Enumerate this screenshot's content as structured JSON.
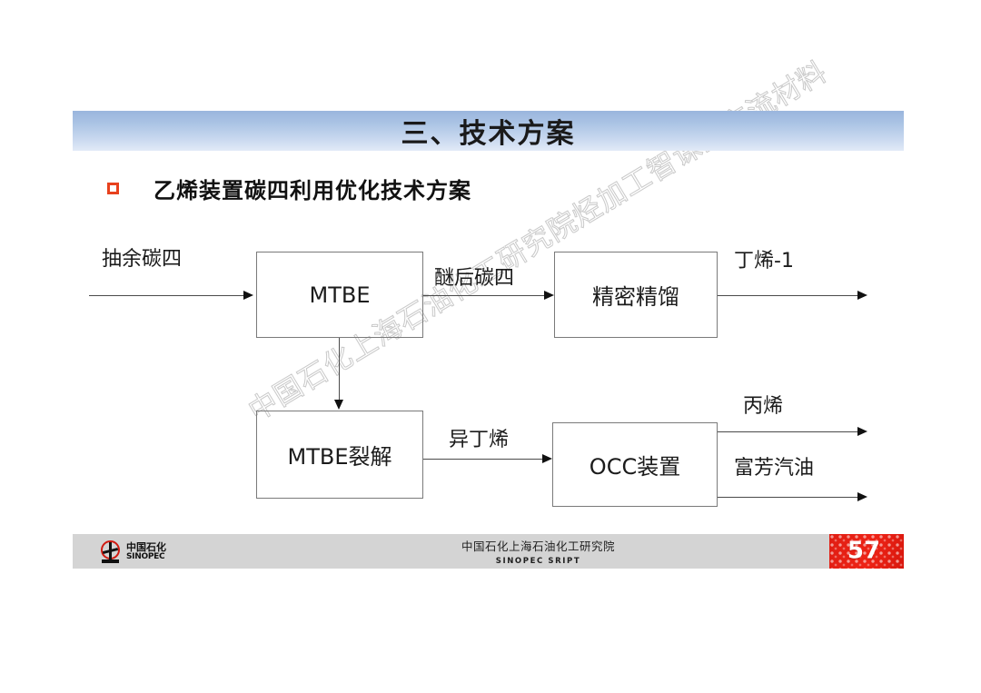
{
  "slide": {
    "title": "三、技术方案",
    "section_heading": "乙烯装置碳四利用优化技术方案",
    "watermark": "中国石化上海石油化工研究院烃加工智课堂交流材料",
    "accent_color": "#e8411d",
    "title_gradient_top": "#9ab5dd",
    "title_gradient_bottom": "#e2eaf7"
  },
  "diagram": {
    "type": "process-flow",
    "nodes": [
      {
        "id": "mtbe",
        "label": "MTBE"
      },
      {
        "id": "distillation",
        "label": "精密精馏"
      },
      {
        "id": "mtbe-cracking",
        "label": "MTBE裂解"
      },
      {
        "id": "occ",
        "label": "OCC装置"
      }
    ],
    "flows": [
      {
        "id": "feed",
        "label": "抽余碳四",
        "from": "",
        "to": "mtbe"
      },
      {
        "id": "raffinate",
        "label": "醚后碳四",
        "from": "mtbe",
        "to": "distillation"
      },
      {
        "id": "butene1",
        "label": "丁烯-1",
        "from": "distillation",
        "to": ""
      },
      {
        "id": "mtbe-down",
        "label": "",
        "from": "mtbe",
        "to": "mtbe-cracking"
      },
      {
        "id": "isobutene",
        "label": "异丁烯",
        "from": "mtbe-cracking",
        "to": "occ"
      },
      {
        "id": "propylene",
        "label": "丙烯",
        "from": "occ",
        "to": ""
      },
      {
        "id": "aromatic-gasoline",
        "label": "富芳汽油",
        "from": "occ",
        "to": ""
      }
    ]
  },
  "footer": {
    "logo_cn": "中国石化",
    "logo_en": "SINOPEC",
    "org_cn": "中国石化上海石油化工研究院",
    "org_en": "SINOPEC SRIPT",
    "page_number": "57",
    "badge_color": "#e01e13",
    "bar_color": "#d4d4d4"
  }
}
